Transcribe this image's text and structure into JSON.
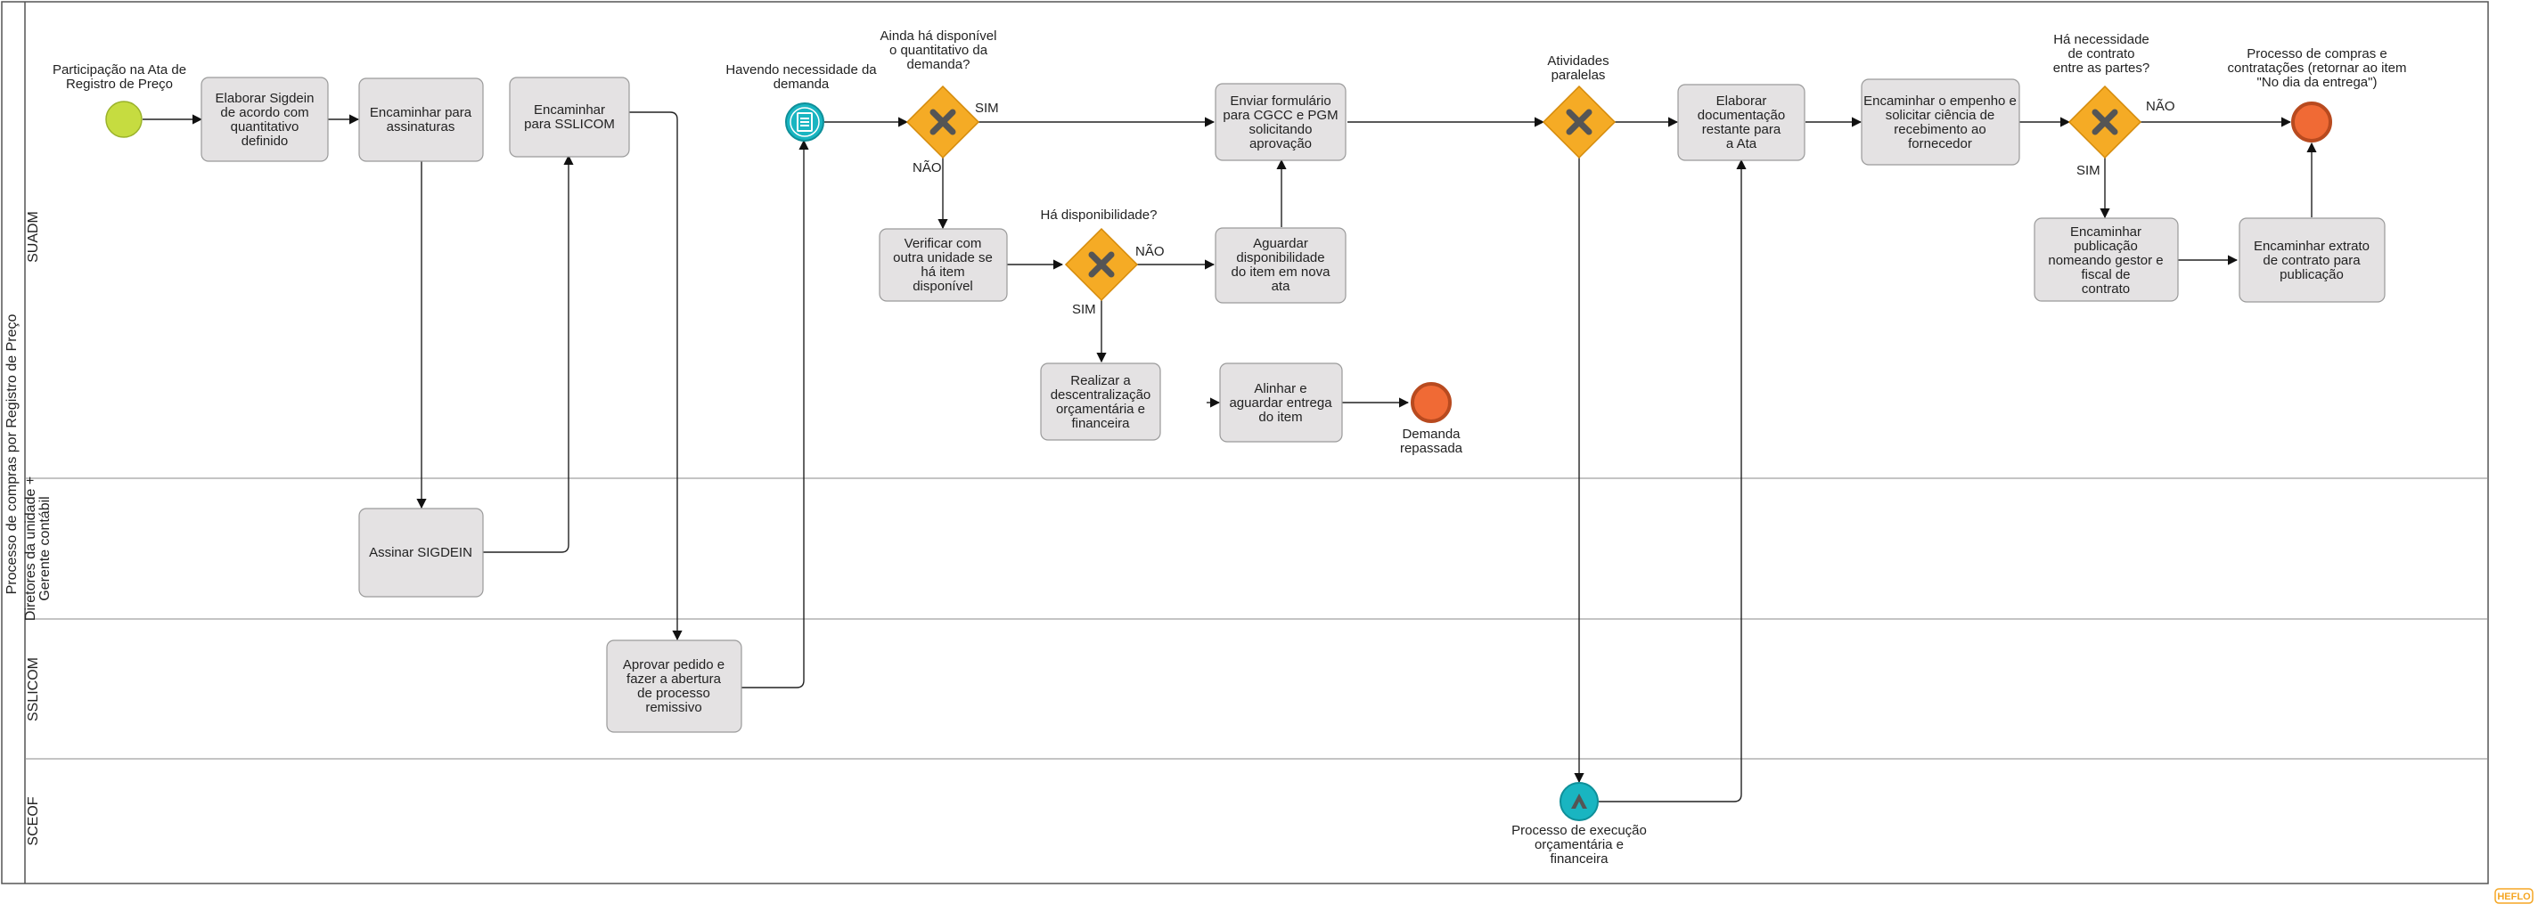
{
  "pool": {
    "label": "Processo de compras por Registro de Preço"
  },
  "lanes": [
    {
      "id": "suadm",
      "label": "SUADM"
    },
    {
      "id": "dir",
      "label": "Diretores da unidade + Gerente contábil"
    },
    {
      "id": "sslicom",
      "label": "SSLICOM"
    },
    {
      "id": "sceof",
      "label": "SCEOF"
    }
  ],
  "tasks": {
    "elaborar_sigdein": "Elaborar Sigdein de acordo com quantitativo definido",
    "encaminhar_assinaturas": "Encaminhar para assinaturas",
    "encaminhar_sslicom": "Encaminhar para SSLICOM",
    "assinar_sigdein": "Assinar SIGDEIN",
    "aprovar_pedido": "Aprovar pedido e fazer a abertura de processo remissivo",
    "enviar_formulario": "Enviar formulário para CGCC e PGM solicitando aprovação",
    "verificar_unidade": "Verificar com outra unidade se há item disponível",
    "aguardar_disponibilidade": "Aguardar disponibilidade do item em nova ata",
    "realizar_descentralizacao": "Realizar a descentralização orçamentária e financeira",
    "alinhar_entrega": "Alinhar e aguardar entrega do item",
    "elaborar_documentacao": "Elaborar documentação restante para a Ata",
    "encaminhar_empenho": "Encaminhar o empenho e solicitar ciência de recebimento ao fornecedor",
    "encaminhar_publicacao": "Encaminhar publicação nomeando gestor e fiscal de contrato",
    "encaminhar_extrato": "Encaminhar extrato de contrato para publicação"
  },
  "annotations": {
    "start": "Participação na Ata de Registro de Preço",
    "havendo": "Havendo necessidade da demanda",
    "ainda_ha": "Ainda há disponível o quantitativo da demanda?",
    "ha_disponibilidade": "Há disponibilidade?",
    "atividades_paralelas": "Atividades paralelas",
    "necessidade_contrato": "Há necessidade de contrato entre as partes?",
    "processo_compras": "Processo de compras e contratações (retornar ao item \"No dia da entrega\")",
    "demanda_repassada": "Demanda repassada",
    "processo_execucao": "Processo de execução orçamentária e financeira"
  },
  "flow_labels": {
    "sim": "SIM",
    "nao": "NÃO"
  },
  "brand": "HEFLO",
  "colors": {
    "task_fill": "#e4e2e3",
    "task_stroke": "#9a9a9a",
    "gateway": "#f5ab25",
    "start_event": "#c6dc40",
    "end_event": "#f06a35",
    "intermediate": "#19b5c1",
    "line": "#333333"
  },
  "icons": {
    "gateway": "x-mark-icon",
    "message_event": "document-list-icon",
    "link_event": "chevron-up-icon"
  }
}
